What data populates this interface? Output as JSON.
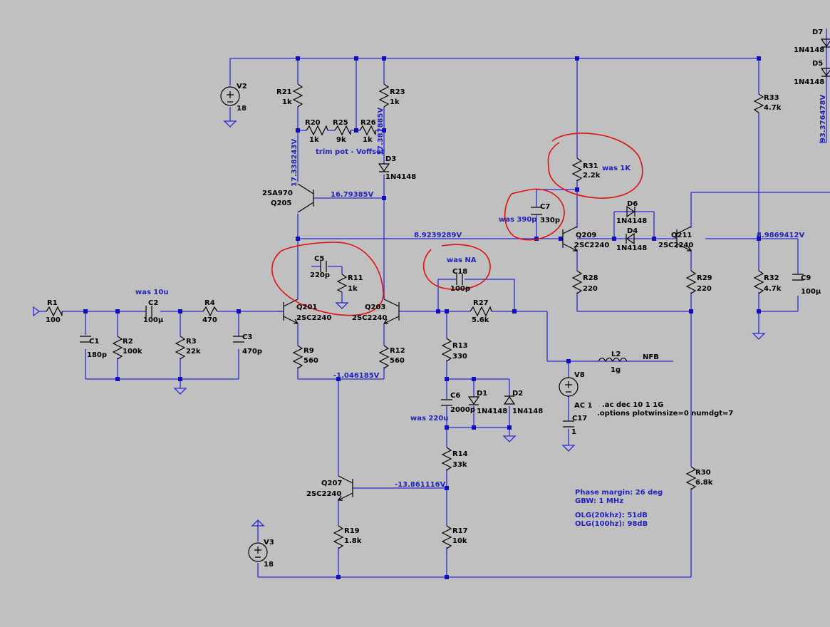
{
  "colors": {
    "background": "#c0c0c0",
    "wire": "#2a2ad8",
    "label_blue": "#2222bb",
    "annotation_red": "#e01010",
    "component": "#000000"
  },
  "labels": {
    "V2": "V2",
    "V2v": "18",
    "R21": "R21",
    "R21v": "1k",
    "R20": "R20",
    "R20v": "1k",
    "R25": "R25",
    "R25v": "9k",
    "R26": "R26",
    "R26v": "1k",
    "R23": "R23",
    "R23v": "1k",
    "D3": "D3",
    "D3v": "1N4148",
    "Q205": "Q205",
    "Q205v": "2SA970",
    "R31": "R31",
    "R31v": "2.2k",
    "C7": "C7",
    "C7v": "330p",
    "D6": "D6",
    "D6v": "1N4148",
    "D4": "D4",
    "D4v": "1N4148",
    "Q209": "Q209",
    "Q209v": "2SC2240",
    "Q211": "Q211",
    "Q211v": "2SC2240",
    "R28": "R28",
    "R28v": "220",
    "R29": "R29",
    "R29v": "220",
    "R33": "R33",
    "R33v": "4.7k",
    "R32": "R32",
    "R32v": "4.7k",
    "C9": "C9",
    "C9v": "100µ",
    "D7": "D7",
    "D7v": "1N4148",
    "D5": "D5",
    "D5v": "1N4148",
    "C5": "C5",
    "C5v": "220p",
    "R11": "R11",
    "R11v": "1k",
    "C18": "C18",
    "C18v": "100p",
    "R1": "R1",
    "R1v": "100",
    "C2": "C2",
    "C2v": "100µ",
    "R4": "R4",
    "R4v": "470",
    "C1": "C1",
    "C1v": "180p",
    "R2": "R2",
    "R2v": "100k",
    "R3": "R3",
    "R3v": "22k",
    "C3": "C3",
    "C3v": "470p",
    "Q201": "Q201",
    "Q201v": "2SC2240",
    "Q203": "Q203",
    "Q203v": "2SC2240",
    "R27": "R27",
    "R27v": "5.6k",
    "R9": "R9",
    "R9v": "560",
    "R12": "R12",
    "R12v": "560",
    "R13": "R13",
    "R13v": "330",
    "C6": "C6",
    "C6v": "2000p",
    "D1": "D1",
    "D1v": "1N4148",
    "D2": "D2",
    "D2v": "1N4148",
    "R14": "R14",
    "R14v": "33k",
    "R17": "R17",
    "R17v": "10k",
    "Q207": "Q207",
    "Q207v": "2SC2240",
    "R19": "R19",
    "R19v": "1.8k",
    "V3": "V3",
    "V3v": "18",
    "L2": "L2",
    "L2v": "1g",
    "NFB": "NFB",
    "V8": "V8",
    "V8v": "AC 1",
    "C17": "C17",
    "C17v": "1",
    "R30": "R30",
    "R30v": "6.8k"
  },
  "voltages": {
    "n1": "17.338243V",
    "n2": "17.387885V",
    "n3": "16.79385V",
    "n4": "8.9239289V",
    "n5": "8.9869412V",
    "n6": "-1.046185V",
    "n7": "-13.861116V",
    "n8": "93.376478V"
  },
  "notes": {
    "trim": "trim pot - Voffset",
    "was10u": "was 10u",
    "was1k": "was 1K",
    "was390p": "was 390p",
    "wasNA": "was NA",
    "was220u": "was 220u"
  },
  "directives": {
    "ac": ".ac dec 10 1 1G",
    "options": ".options plotwinsize=0 numdgt=7"
  },
  "results": {
    "pm": "Phase margin: 26 deg",
    "gbw": "GBW: 1 MHz",
    "olg20k": "OLG(20khz): 51dB",
    "olg100": "OLG(100hz): 98dB"
  }
}
